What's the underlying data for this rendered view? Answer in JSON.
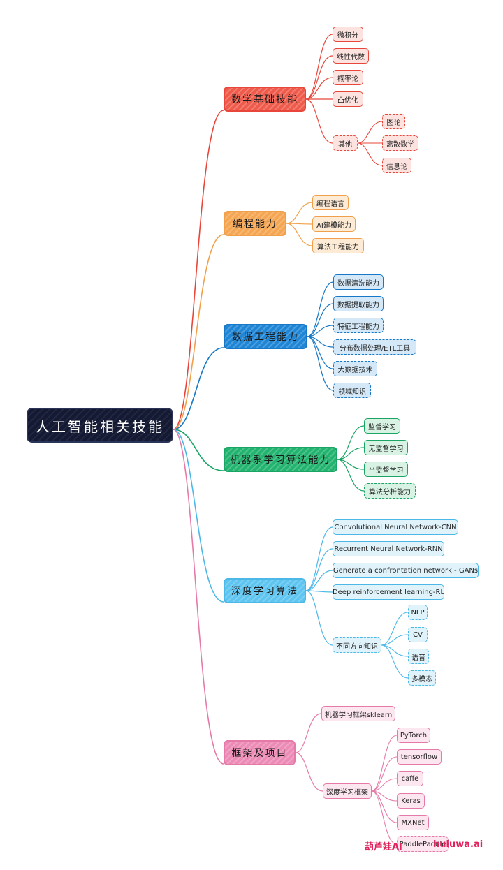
{
  "root": "人工智能相关技能",
  "branches": [
    {
      "id": "math",
      "label": "数学基础技能",
      "color": "#e8463a",
      "fill": "#ef5b4b",
      "leafFill": "#fde3e0",
      "children": [
        {
          "label": "微积分"
        },
        {
          "label": "线性代数"
        },
        {
          "label": "概率论"
        },
        {
          "label": "凸优化"
        },
        {
          "label": "其他",
          "dashed": true,
          "children": [
            {
              "label": "图论",
              "dashed": true
            },
            {
              "label": "离散数学",
              "dashed": true
            },
            {
              "label": "信息论",
              "dashed": true
            }
          ]
        }
      ]
    },
    {
      "id": "coding",
      "label": "编程能力",
      "color": "#f0a04b",
      "fill": "#f5a653",
      "leafFill": "#fdebd5",
      "children": [
        {
          "label": "编程语言"
        },
        {
          "label": "AI建模能力"
        },
        {
          "label": "算法工程能力"
        }
      ]
    },
    {
      "id": "data",
      "label": "数据工程能力",
      "color": "#1778c7",
      "fill": "#1f86d6",
      "leafFill": "#d4e8f7",
      "children": [
        {
          "label": "数据清洗能力"
        },
        {
          "label": "数据提取能力"
        },
        {
          "label": "特征工程能力",
          "dashed": true
        },
        {
          "label": "分布数据处理/ETL工具",
          "dashed": true
        },
        {
          "label": "大数据技术",
          "dashed": true
        },
        {
          "label": "领域知识",
          "dashed": true
        }
      ]
    },
    {
      "id": "ml",
      "label": "机器系学习算法能力",
      "color": "#1aa564",
      "fill": "#22b36f",
      "leafFill": "#d8f2e4",
      "children": [
        {
          "label": "监督学习"
        },
        {
          "label": "无监督学习"
        },
        {
          "label": "半监督学习"
        },
        {
          "label": "算法分析能力",
          "dashed": true
        }
      ]
    },
    {
      "id": "dl",
      "label": "深度学习算法",
      "color": "#4cb8e8",
      "fill": "#5ec4f0",
      "leafFill": "#e0f3fb",
      "children": [
        {
          "label": "Convolutional Neural Network-CNN"
        },
        {
          "label": "Recurrent Neural Network-RNN"
        },
        {
          "label": "Generate a confrontation network - GANs"
        },
        {
          "label": "Deep reinforcement learning-RL"
        },
        {
          "label": "不同方向知识",
          "dashed": true,
          "children": [
            {
              "label": "NLP",
              "dashed": true
            },
            {
              "label": "CV",
              "dashed": true
            },
            {
              "label": "语音",
              "dashed": true
            },
            {
              "label": "多模态",
              "dashed": true
            }
          ]
        }
      ]
    },
    {
      "id": "fw",
      "label": "框架及项目",
      "color": "#e57aa8",
      "fill": "#ec8cb6",
      "leafFill": "#fce6ef",
      "children": [
        {
          "label": "机器学习框架sklearn"
        },
        {
          "label": "深度学习框架",
          "children": [
            {
              "label": "PyTorch"
            },
            {
              "label": "tensorflow"
            },
            {
              "label": "caffe"
            },
            {
              "label": "Keras"
            },
            {
              "label": "MXNet"
            },
            {
              "label": "PaddlePaddle",
              "dashed": true
            }
          ]
        }
      ]
    }
  ],
  "watermark": {
    "left": "葫芦娃AI",
    "right": "huluwa.ai"
  }
}
